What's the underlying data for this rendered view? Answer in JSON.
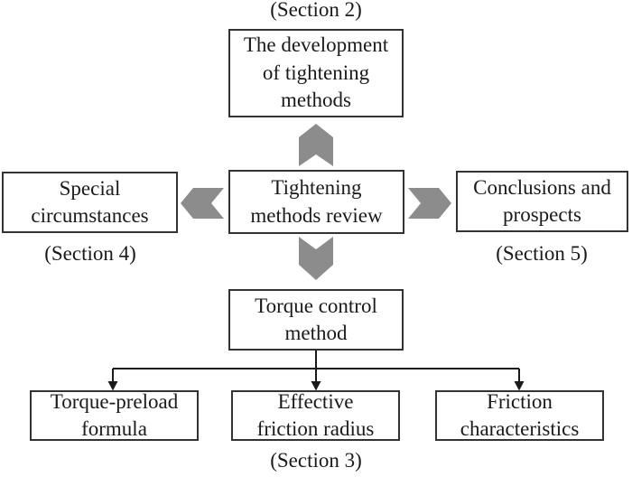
{
  "figure": {
    "labels": {
      "section2": "(Section 2)",
      "section3": "(Section 3)",
      "section4": "(Section 4)",
      "section5": "(Section 5)"
    },
    "boxes": {
      "development": "The development\nof tightening\nmethods",
      "review": "Tightening\nmethods review",
      "special": "Special\ncircumstances",
      "conclusions": "Conclusions and\nprospects",
      "torque_control": "Torque control\nmethod",
      "torque_preload": "Torque-preload\nformula",
      "effective_friction": "Effective\nfriction radius",
      "friction_characteristics": "Friction\ncharacteristics"
    },
    "colors": {
      "arrow_gray": "#8c8c8c",
      "line_black": "#1a1a1a",
      "box_border": "#333333",
      "text": "#1a1a1a",
      "background": "#ffffff"
    }
  }
}
